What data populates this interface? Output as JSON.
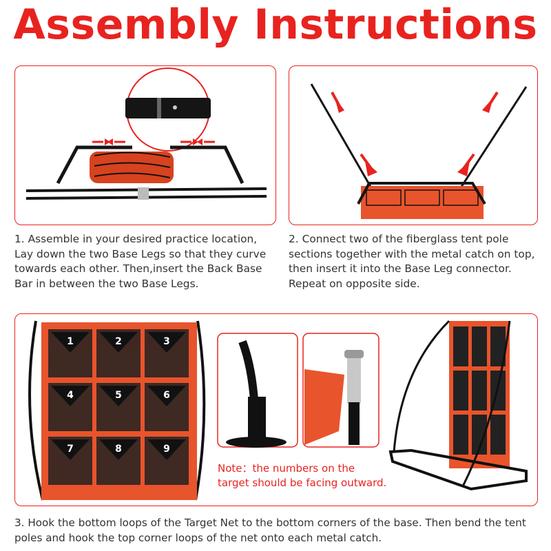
{
  "title": "Assembly Instructions",
  "steps": [
    {
      "text": "1. Assemble in your desired practice location, Lay down the two Base Legs so that they curve towards each other. Then,insert the Back Base Bar in between the two Base Legs."
    },
    {
      "text": "2. Connect two of the fiberglass tent pole sections together with the metal catch on top, then insert it into the Base Leg connector. Repeat on opposite side."
    },
    {
      "text": "3. Hook the bottom loops of the Target Net to the bottom corners of the base. Then bend the tent poles and hook the top corner loops of the net onto each metal catch."
    }
  ],
  "note": {
    "line1": "Note：the numbers on the",
    "line2": "target should be facing outward."
  },
  "target_numbers": [
    "1",
    "2",
    "3",
    "4",
    "5",
    "6",
    "7",
    "8",
    "9"
  ],
  "colors": {
    "accent": "#e8231f",
    "net_orange": "#e8542c",
    "frame": "#111111"
  }
}
